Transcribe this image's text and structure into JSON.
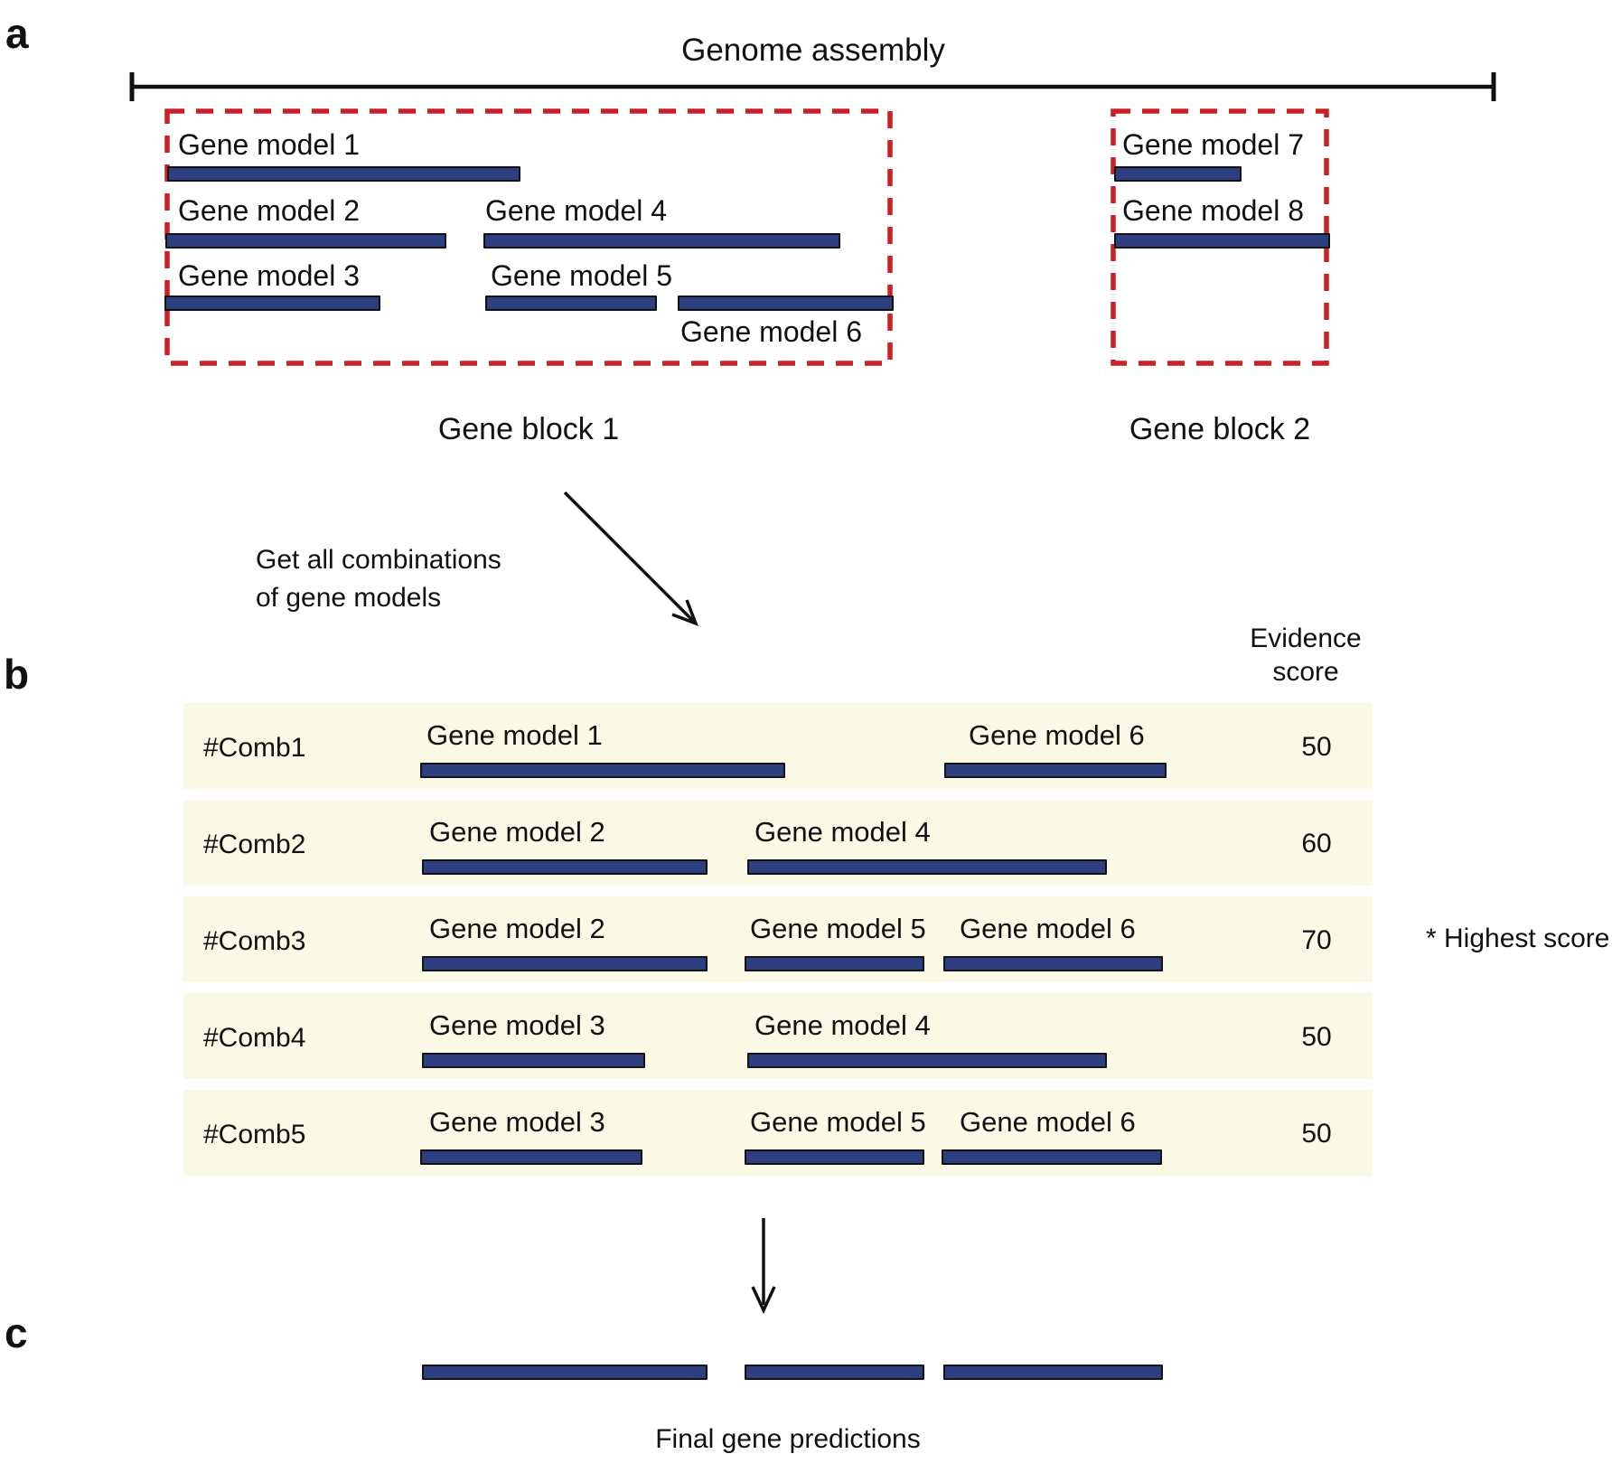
{
  "colors": {
    "bar_fill": "#2d3f80",
    "bar_border": "#131313",
    "red_dashed": "#cb2026",
    "row_bg": "#f9f9e6",
    "text": "#111111"
  },
  "panel_a": {
    "label": "a",
    "title": "Genome assembly",
    "models": {
      "m1": "Gene model 1",
      "m2": "Gene model 2",
      "m3": "Gene model 3",
      "m4": "Gene model 4",
      "m5": "Gene model 5",
      "m6": "Gene model 6",
      "m7": "Gene model 7",
      "m8": "Gene model 8"
    },
    "block1_label": "Gene block 1",
    "block2_label": "Gene block 2"
  },
  "transition": {
    "line1": "Get all combinations",
    "line2": "of gene models"
  },
  "panel_b": {
    "label": "b",
    "score_header_line1": "Evidence",
    "score_header_line2": "score",
    "note": "* Highest score",
    "rows": [
      {
        "id": "#Comb1",
        "bars": [
          "Gene model 1",
          "Gene model 6"
        ],
        "score": "50"
      },
      {
        "id": "#Comb2",
        "bars": [
          "Gene model 2",
          "Gene model 4"
        ],
        "score": "60"
      },
      {
        "id": "#Comb3",
        "bars": [
          "Gene model 2",
          "Gene model 5",
          "Gene model 6"
        ],
        "score": "70"
      },
      {
        "id": "#Comb4",
        "bars": [
          "Gene model 3",
          "Gene model 4"
        ],
        "score": "50"
      },
      {
        "id": "#Comb5",
        "bars": [
          "Gene model 3",
          "Gene model 5",
          "Gene model 6"
        ],
        "score": "50"
      }
    ]
  },
  "panel_c": {
    "label": "c",
    "caption": "Final gene predictions"
  }
}
